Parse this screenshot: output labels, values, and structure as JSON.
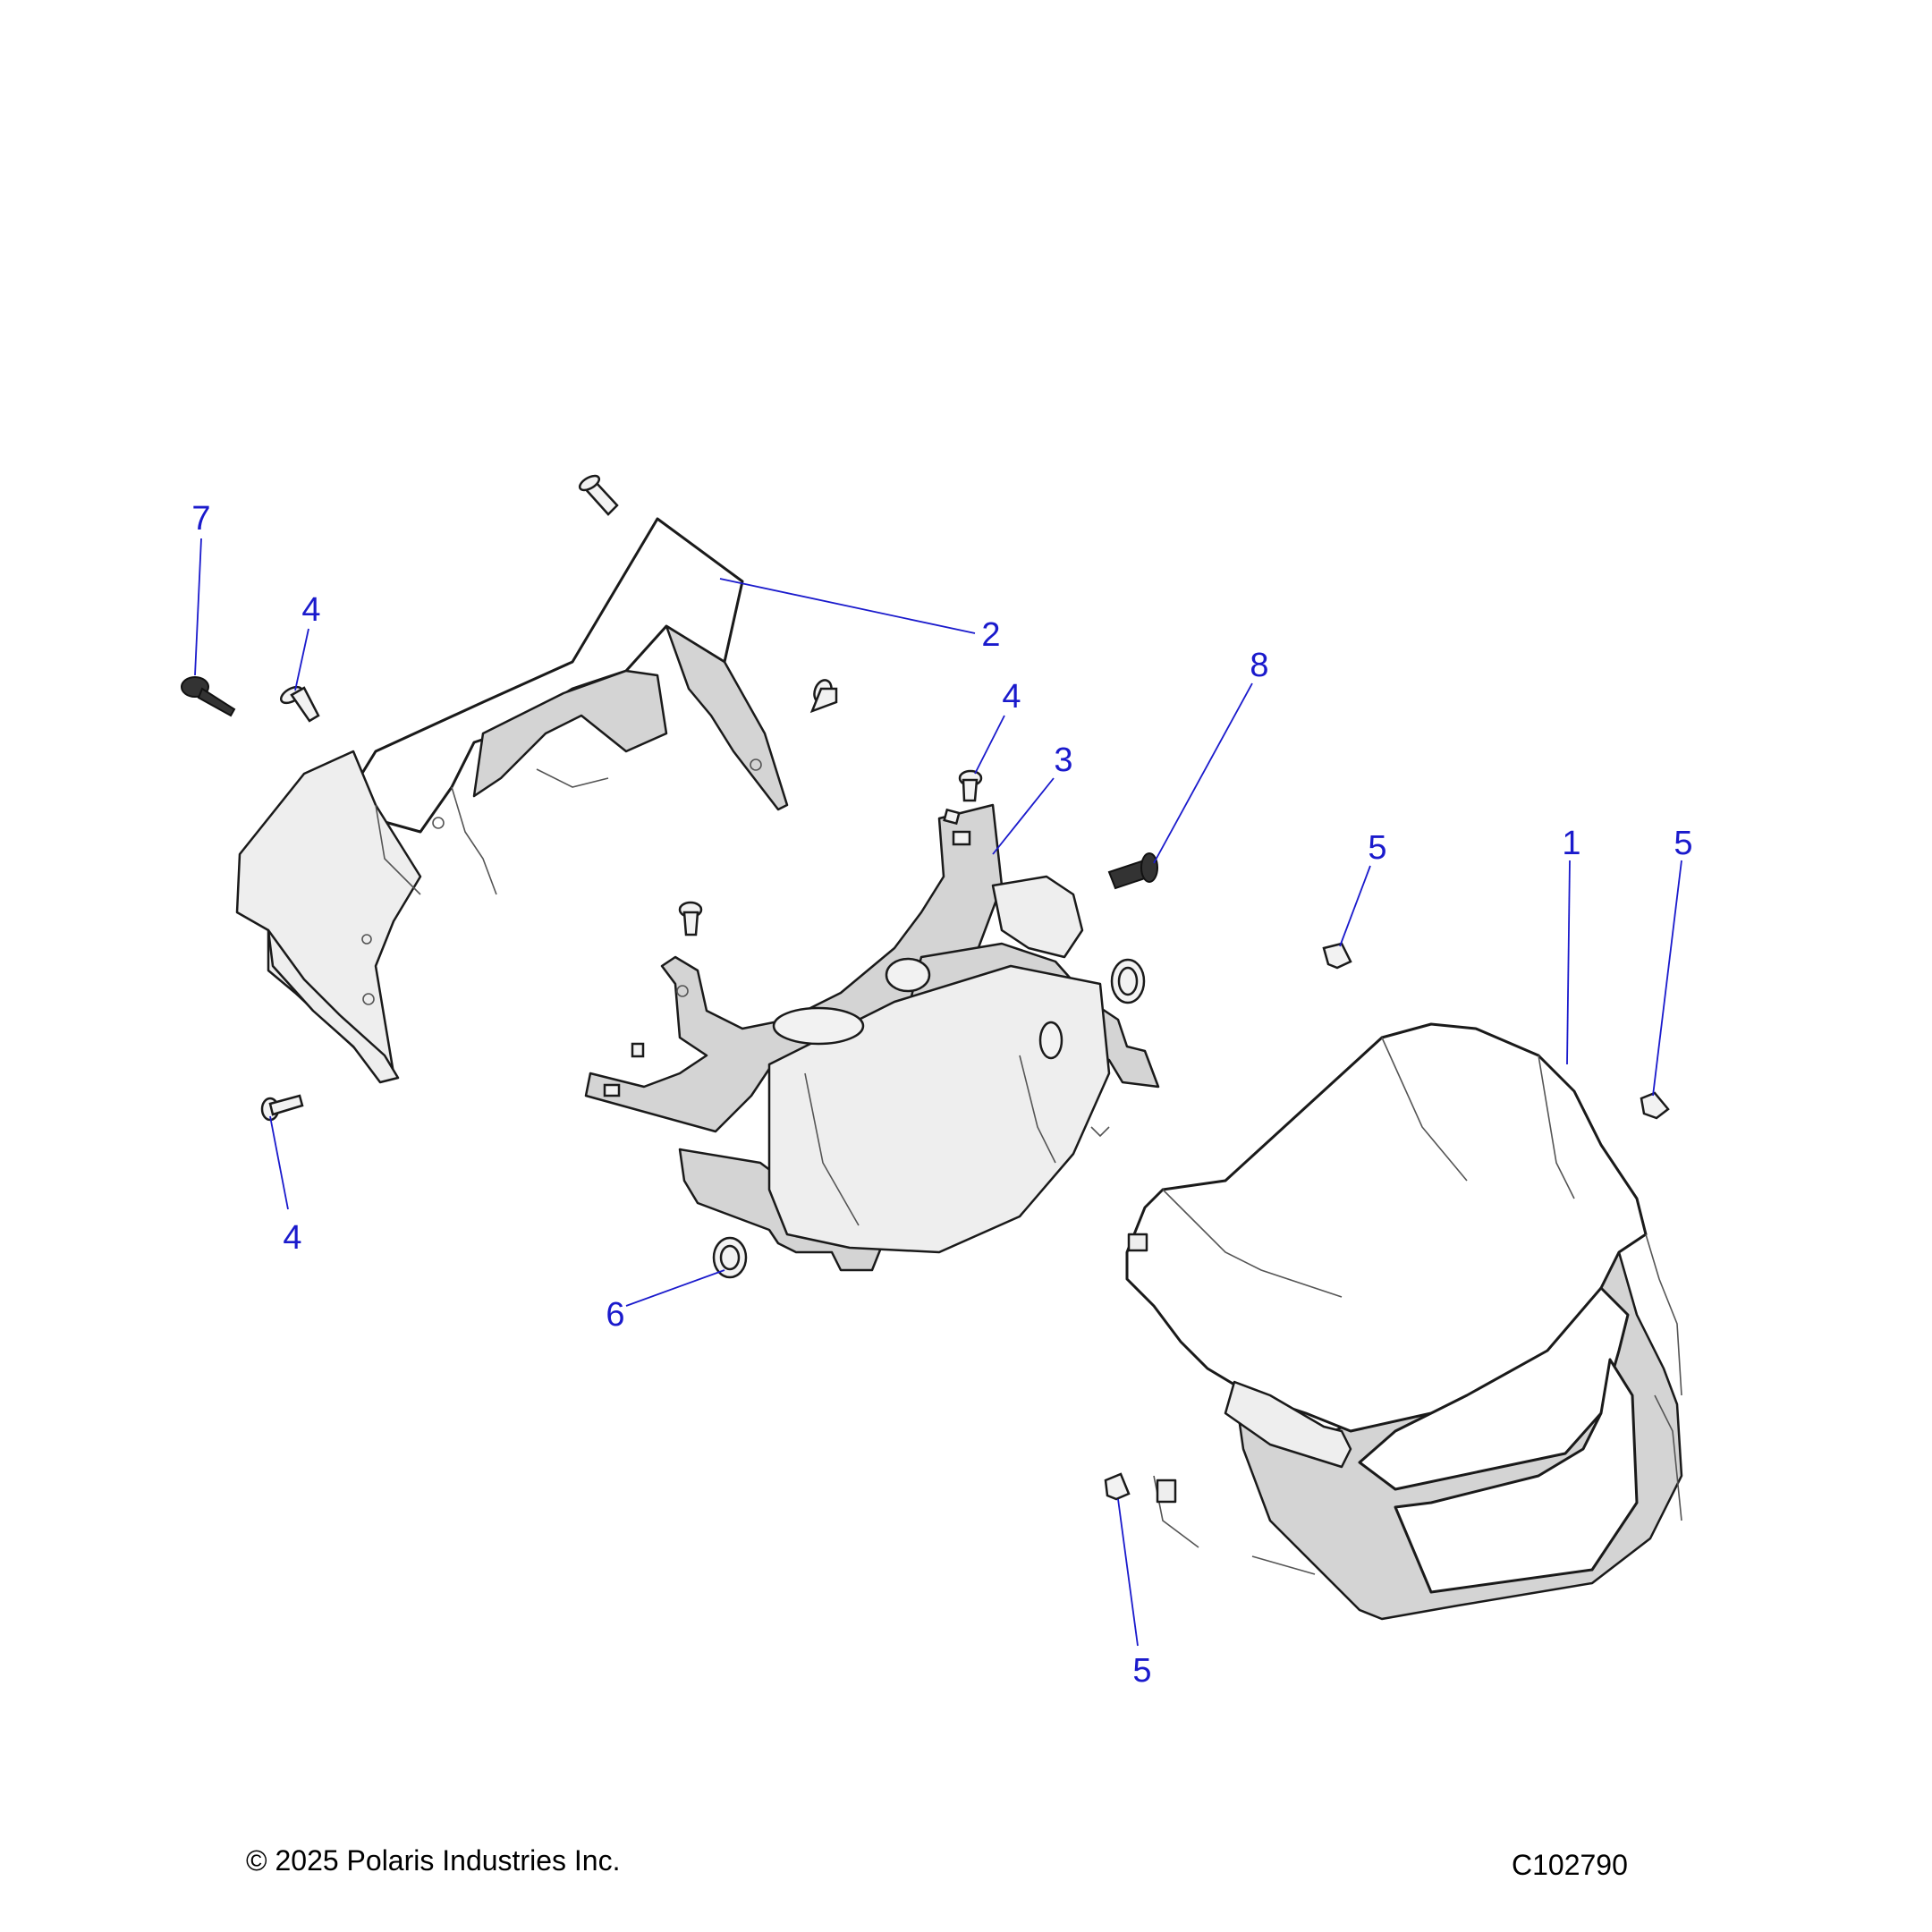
{
  "callouts": [
    {
      "label": "7"
    },
    {
      "label": "4"
    },
    {
      "label": "2"
    },
    {
      "label": "4"
    },
    {
      "label": "3"
    },
    {
      "label": "8"
    },
    {
      "label": "5"
    },
    {
      "label": "1"
    },
    {
      "label": "5"
    },
    {
      "label": "4"
    },
    {
      "label": "6"
    },
    {
      "label": "5"
    }
  ],
  "footer": {
    "copyright": "© 2025 Polaris Industries Inc.",
    "drawing_id": "C102790"
  },
  "colors": {
    "callout": "#1a1acc",
    "line": "#1a1a1a",
    "shade": "#d4d4d4"
  }
}
